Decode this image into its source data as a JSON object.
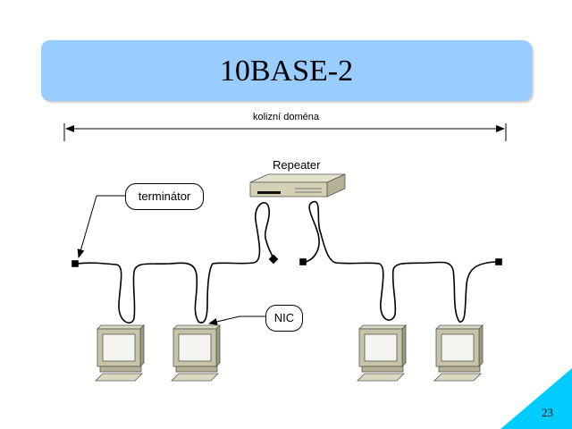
{
  "slide": {
    "title": "10BASE-2",
    "collision_domain_label": "kolizní doména",
    "repeater_label": "Repeater",
    "terminator_label": "terminátor",
    "nic_label": "NIC",
    "page_number": "23"
  },
  "colors": {
    "title_background": "#99ccff",
    "corner_accent": "#00ccff",
    "computer_body": "#c8c4a8"
  }
}
